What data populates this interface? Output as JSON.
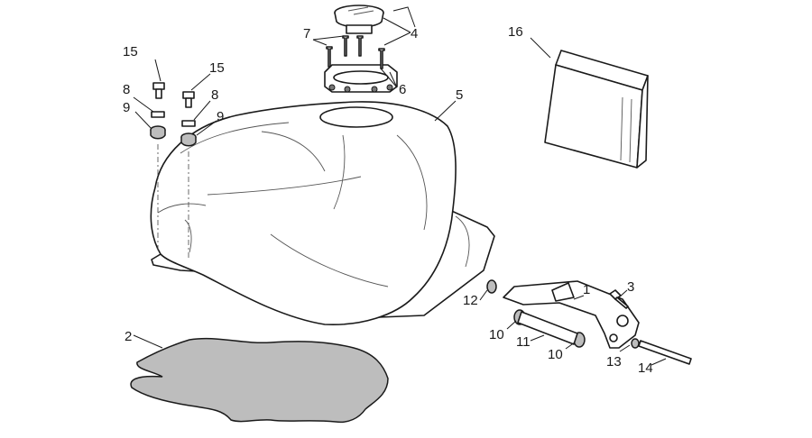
{
  "callouts": [
    {
      "id": "c1",
      "text": "1"
    },
    {
      "id": "c2",
      "text": "2"
    },
    {
      "id": "c3",
      "text": "3"
    },
    {
      "id": "c4",
      "text": "4"
    },
    {
      "id": "c5",
      "text": "5"
    },
    {
      "id": "c6",
      "text": "6"
    },
    {
      "id": "c7",
      "text": "7"
    },
    {
      "id": "c8a",
      "text": "8"
    },
    {
      "id": "c8b",
      "text": "8"
    },
    {
      "id": "c9a",
      "text": "9"
    },
    {
      "id": "c9b",
      "text": "9"
    },
    {
      "id": "c10a",
      "text": "10"
    },
    {
      "id": "c10b",
      "text": "10"
    },
    {
      "id": "c11",
      "text": "11"
    },
    {
      "id": "c12",
      "text": "12"
    },
    {
      "id": "c13",
      "text": "13"
    },
    {
      "id": "c14",
      "text": "14"
    },
    {
      "id": "c15a",
      "text": "15"
    },
    {
      "id": "c15b",
      "text": "15"
    },
    {
      "id": "c16",
      "text": "16"
    }
  ]
}
